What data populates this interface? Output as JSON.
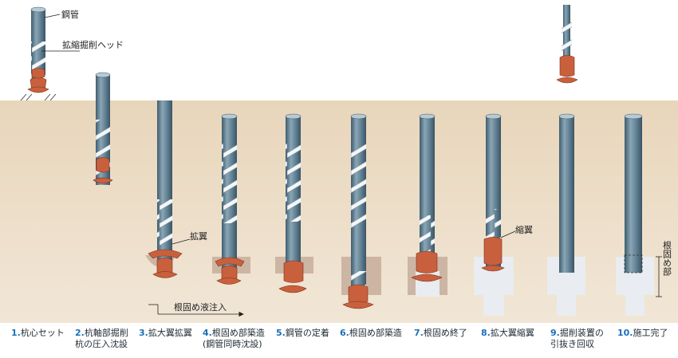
{
  "labels": {
    "steel_pipe": "鋼管",
    "expanding_head": "拡縮掘削ヘッド",
    "expand_wing": "拡翼",
    "contract_wing": "縮翼",
    "grout_injection": "根固め液注入",
    "root_section": "根固め部"
  },
  "steps": [
    {
      "num": "1.",
      "text": "杭心セット",
      "text2": ""
    },
    {
      "num": "2.",
      "text": "杭軸部掘削",
      "text2": "杭の圧入沈設"
    },
    {
      "num": "3.",
      "text": "拡大翼拡翼",
      "text2": ""
    },
    {
      "num": "4.",
      "text": "根固め部築造",
      "text2": "(鋼管同時沈設)"
    },
    {
      "num": "5.",
      "text": "鋼管の定着",
      "text2": ""
    },
    {
      "num": "6.",
      "text": "根固め部築造",
      "text2": ""
    },
    {
      "num": "7.",
      "text": "根固め終了",
      "text2": ""
    },
    {
      "num": "8.",
      "text": "拡大翼縮翼",
      "text2": ""
    },
    {
      "num": "9.",
      "text": "掘削装置の",
      "text2": "引抜き回収"
    },
    {
      "num": "10.",
      "text": "施工完了",
      "text2": ""
    }
  ],
  "colors": {
    "ground": "#ecdcc4",
    "pipe": "#5f7f92",
    "spiral": "#ffffff",
    "head": "#c9603d",
    "soil_improved": "#cdb5a4",
    "grout": "#e9ecf0",
    "step_number": "#1c6fb8"
  }
}
